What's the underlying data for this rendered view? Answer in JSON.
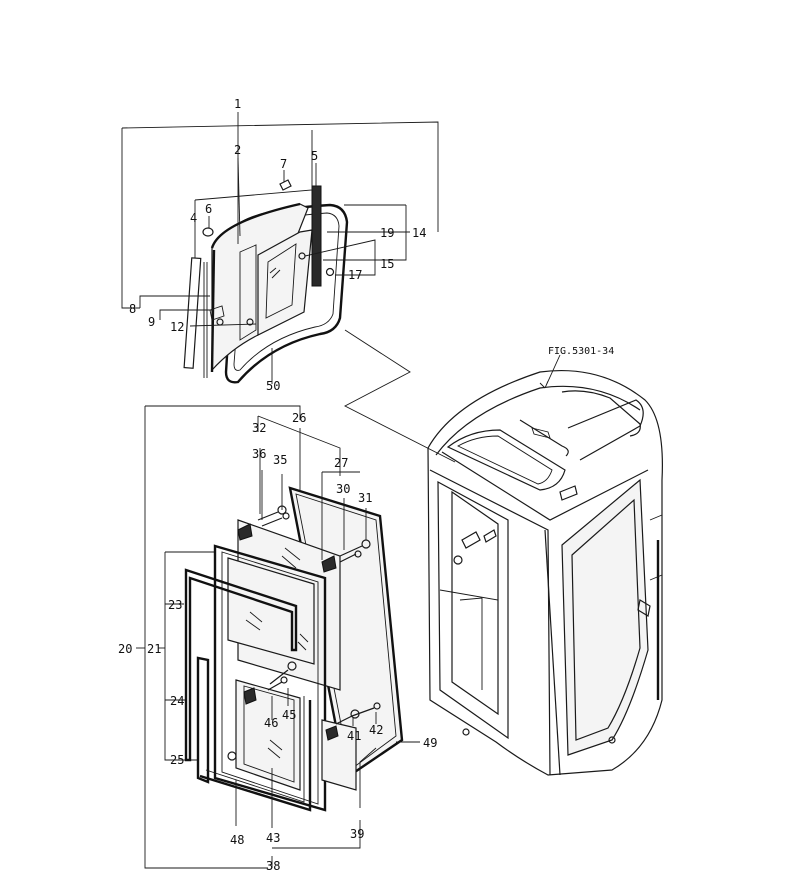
{
  "figure_ref": "FIG.5301-34",
  "callouts": {
    "c1": "1",
    "c2": "2",
    "c4": "4",
    "c5": "5",
    "c6": "6",
    "c7": "7",
    "c8": "8",
    "c9": "9",
    "c12": "12",
    "c14": "14",
    "c15": "15",
    "c17": "17",
    "c19": "19",
    "c50": "50",
    "c20": "20",
    "c21": "21",
    "c23": "23",
    "c24": "24",
    "c25": "25",
    "c26": "26",
    "c27": "27",
    "c30": "30",
    "c31": "31",
    "c32": "32",
    "c35": "35",
    "c36": "36",
    "c38": "38",
    "c39": "39",
    "c41": "41",
    "c42": "42",
    "c43": "43",
    "c45": "45",
    "c46": "46",
    "c48": "48",
    "c49": "49"
  }
}
